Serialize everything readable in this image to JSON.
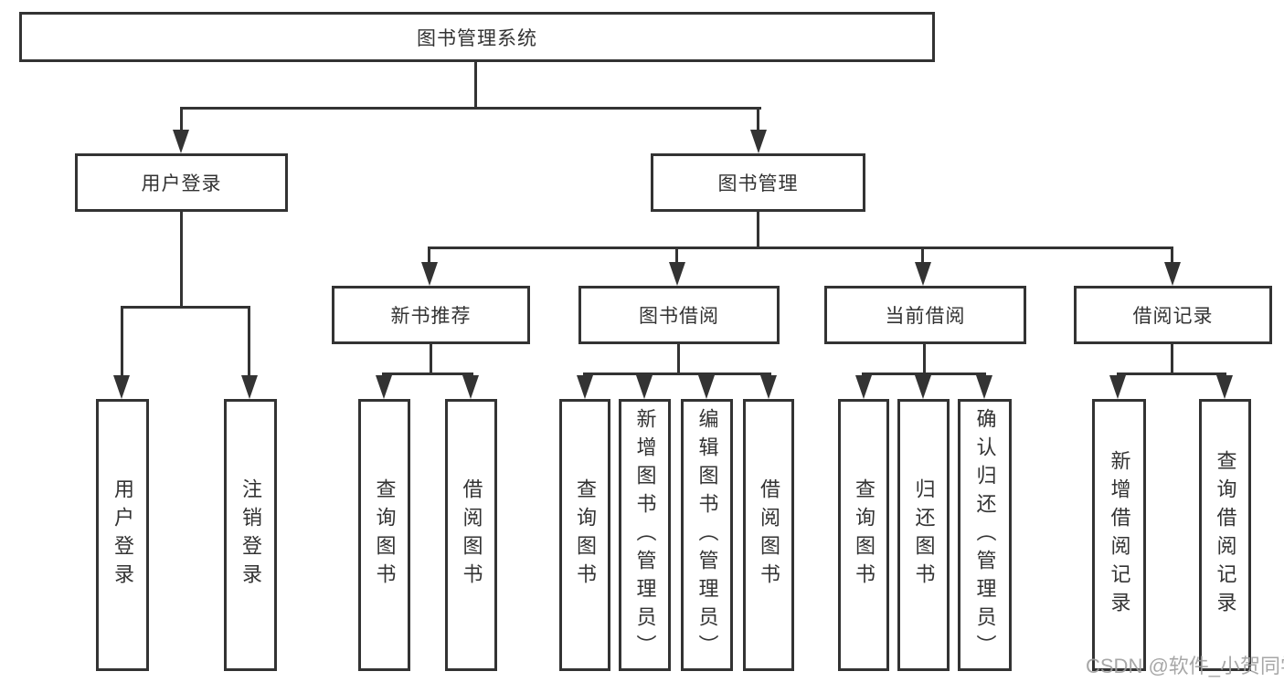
{
  "diagram": {
    "title_node": {
      "label": "图书管理系统"
    },
    "level2": [
      {
        "id": "user-login",
        "label": "用户登录"
      },
      {
        "id": "book-management",
        "label": "图书管理"
      }
    ],
    "level3": [
      {
        "id": "new-book-recommend",
        "label": "新书推荐"
      },
      {
        "id": "book-borrowing",
        "label": "图书借阅"
      },
      {
        "id": "current-borrowing",
        "label": "当前借阅"
      },
      {
        "id": "borrowing-records",
        "label": "借阅记录"
      }
    ],
    "leaves": [
      {
        "id": "user-login-leaf",
        "label": "用户登录"
      },
      {
        "id": "logout",
        "label": "注销登录"
      },
      {
        "id": "query-books-1",
        "label": "查询图书"
      },
      {
        "id": "borrow-books-1",
        "label": "借阅图书"
      },
      {
        "id": "query-books-2",
        "label": "查询图书"
      },
      {
        "id": "add-books-admin",
        "label": "新增图书（管理员）"
      },
      {
        "id": "edit-books-admin",
        "label": "编辑图书（管理员）"
      },
      {
        "id": "borrow-books-2",
        "label": "借阅图书"
      },
      {
        "id": "query-books-3",
        "label": "查询图书"
      },
      {
        "id": "return-books",
        "label": "归还图书"
      },
      {
        "id": "confirm-return-admin",
        "label": "确认归还（管理员）"
      },
      {
        "id": "add-borrow-record",
        "label": "新增借阅记录"
      },
      {
        "id": "query-borrow-record",
        "label": "查询借阅记录"
      }
    ]
  },
  "watermark": {
    "text": "CSDN @软件_小贺同学"
  },
  "colors": {
    "line": "#333333",
    "text": "#333333",
    "watermark": "#9e9e9e",
    "background": "#ffffff"
  }
}
